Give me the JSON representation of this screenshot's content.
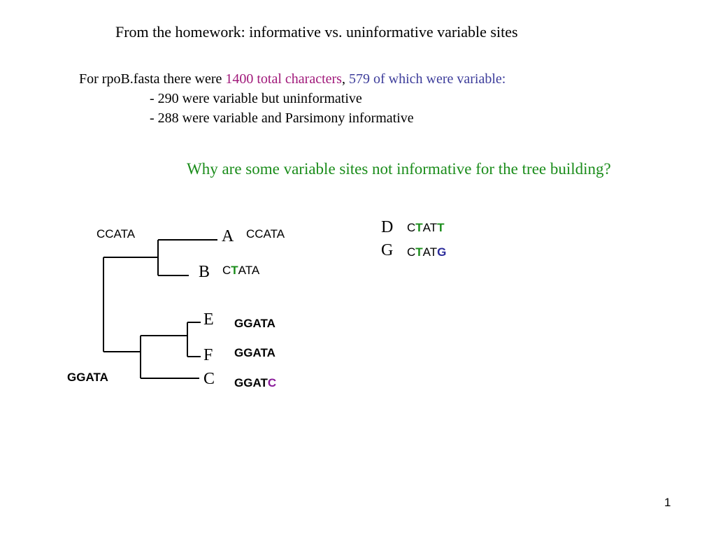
{
  "title": "From the homework:  informative vs. uninformative variable sites",
  "intro": {
    "prefix": "For rpoB.fasta there were ",
    "total": "1400 total characters",
    "comma": ", ",
    "variable": "579 of which were variable:"
  },
  "bullets": [
    "- 290 were variable but uninformative",
    "- 288 were variable and Parsimony informative"
  ],
  "question": "Why are some variable sites not informative for the tree building?",
  "tree": {
    "ancestor_ab_seq": "CCATA",
    "root_seq": "GGATA",
    "leaves": {
      "A": {
        "label": "A",
        "seq": "CCATA"
      },
      "B": {
        "label": "B",
        "seq_parts": [
          "C",
          "T",
          "ATA"
        ]
      },
      "E": {
        "label": "E",
        "seq": "GGATA"
      },
      "F": {
        "label": "F",
        "seq": "GGATA"
      },
      "C": {
        "label": "C",
        "seq_parts": [
          "GGAT",
          "C"
        ]
      }
    }
  },
  "side_pair": {
    "D": {
      "label": "D",
      "seq_parts": [
        "C",
        "T",
        "AT",
        "T"
      ]
    },
    "G": {
      "label": "G",
      "seq_parts": [
        "C",
        "T",
        "AT",
        "G"
      ]
    }
  },
  "colors": {
    "magenta_highlight": "#a0197a",
    "blue_highlight": "#3c3c9a",
    "green_highlight": "#1a8c1a",
    "purple_highlight": "#8a1a9a",
    "navy_highlight": "#2a2a9a"
  },
  "slide_number": "1"
}
